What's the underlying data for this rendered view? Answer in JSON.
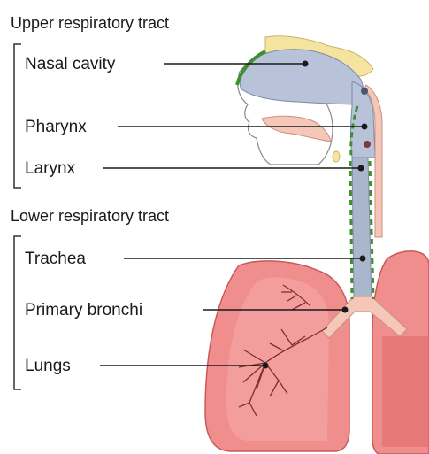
{
  "sections": {
    "upper": "Upper respiratory tract",
    "lower": "Lower respiratory tract"
  },
  "labels": {
    "nasal_cavity": "Nasal cavity",
    "pharynx": "Pharynx",
    "larynx": "Larynx",
    "trachea": "Trachea",
    "primary_bronchi": "Primary bronchi",
    "lungs": "Lungs"
  },
  "colors": {
    "nasal_cavity": "#b8c2d8",
    "bone": "#f5e3a0",
    "tissue": "#f4c7b8",
    "lung": "#f08e8e",
    "lung_dark": "#e06868",
    "airway": "#a9b6cc",
    "mucosa": "#3f8f2f",
    "line": "#1a1a1a"
  }
}
